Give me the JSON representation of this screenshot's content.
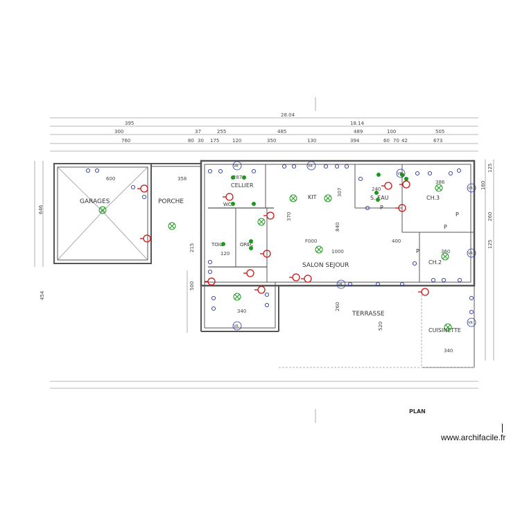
{
  "rooms": {
    "garages": "GARAGES",
    "porche": "PORCHE",
    "cellier": "CELLIER",
    "kit": "KIT",
    "s_eau": "S. EAU",
    "ch3": "CH.3",
    "salon_sejour": "SALON SEJOUR",
    "ch2": "CH.2",
    "terrasse": "TERRASSE",
    "cuisine_ete": "CUISINETTE",
    "wc": "WC",
    "toil": "TOIL",
    "orec": "OREC"
  },
  "plan_label": "PLAN",
  "watermark": "www.archifacile.fr",
  "dimensions": {
    "top_total": "28.04",
    "top_right": "18.14",
    "row2": [
      "395"
    ],
    "row3": [
      "300",
      "37",
      "255",
      "485",
      "489",
      "100",
      "505"
    ],
    "row4": [
      "760",
      "80",
      "30",
      "175",
      "120",
      "350",
      "130",
      "394",
      "60",
      "70",
      "42",
      "673"
    ],
    "left_height": "646",
    "left_lower": "454",
    "right_dims": [
      "125",
      "160",
      "260",
      "125"
    ],
    "garage_width": "600",
    "porche_width": "358",
    "kit_dim": "307",
    "s_eau_dim": "240",
    "ch3_dim": "386",
    "salon_w": "1000",
    "salon_ceiling": "F000",
    "kit_height": "370",
    "cellier_dim": "287",
    "toil_dim": "120",
    "orec_dim": "400",
    "ch2_dim": "360",
    "bottom_left": "340",
    "terrasse_h": "260",
    "terrasse_h2": "520",
    "cuisine_dim": "340",
    "porch_small": "215",
    "hall_dim": "500",
    "salon_height": "840"
  },
  "symbols": {
    "vr": "VR",
    "p": "P"
  },
  "colors": {
    "line": "#555555",
    "green": "#1a9a1a",
    "red": "#cc1111",
    "blue": "#2233aa"
  }
}
